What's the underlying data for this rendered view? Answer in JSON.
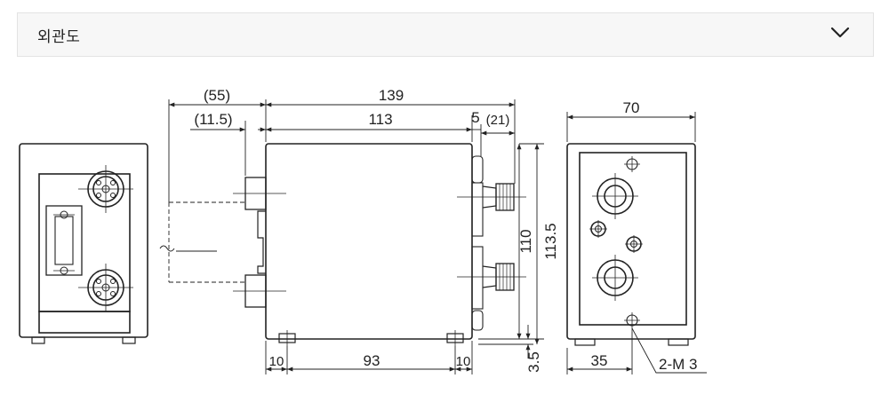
{
  "section": {
    "title": "외관도",
    "expand_icon": "chevron-down-icon"
  },
  "drawing": {
    "dimensions": {
      "top_left_outer": "(55)",
      "top_left_inner": "(11.5)",
      "overall_length": "139",
      "body_length": "113",
      "front_gap": "5",
      "front_protrusion": "(21)",
      "height_body": "110",
      "height_total": "113.5",
      "foot_height": "3.5",
      "bottom_left_offset": "10",
      "bottom_span": "93",
      "bottom_right_offset": "10",
      "side_width": "70",
      "side_offset": "35",
      "thread_label": "2-M 3"
    }
  }
}
